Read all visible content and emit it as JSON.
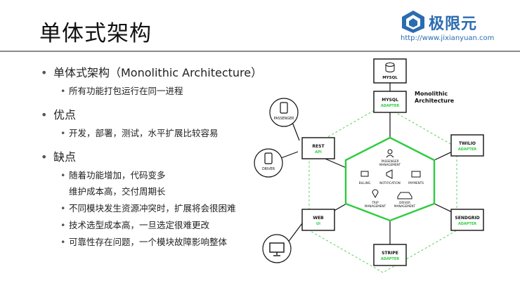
{
  "slide": {
    "title": "单体式架构",
    "logo": {
      "name": "极限元",
      "url": "http://www.jixianyuan.com"
    }
  },
  "bullets": {
    "item1": {
      "text": "单体式架构（Monolithic Architecture）",
      "sub": [
        "所有功能打包运行在同一进程"
      ]
    },
    "item2": {
      "text": "优点",
      "sub": [
        "开发，部署，测试，水平扩展比较容易"
      ]
    },
    "item3": {
      "text": "缺点",
      "sub1": "随着功能增加，代码变多",
      "sub1_cont": "维护成本高，交付周期长",
      "sub2": "不同模块发生资源冲突时，扩展将会很困难",
      "sub3": "技术选型成本高，一旦选定很难更改",
      "sub4": "可靠性存在问题，一个模块故障影响整体"
    }
  },
  "diagram": {
    "colors": {
      "accent": "#2ecc40",
      "box": "#111111",
      "dash": "#5ad05a"
    },
    "label_line1": "Monolithic",
    "label_line2": "Architecture",
    "db": "MYSQL",
    "adapters": {
      "mysql": [
        "MYSQL",
        "ADAPTER"
      ],
      "rest": [
        "REST",
        "API"
      ],
      "web": [
        "WEB",
        "UI"
      ],
      "twilio": [
        "TWILIO",
        "ADAPTER"
      ],
      "sendgrid": [
        "SENDGRID",
        "ADAPTER"
      ],
      "stripe": [
        "STRIPE",
        "ADAPTER"
      ]
    },
    "devices": {
      "passenger": "PASSENGER",
      "driver": "DRIVER"
    },
    "modules": {
      "passenger_mgmt": [
        "PASSENGER",
        "MANAGEMENT"
      ],
      "billing": "BILLING",
      "notification": "NOTIFICATION",
      "payments": "PAYMENTS",
      "trip_mgmt": [
        "TRIP",
        "MANAGEMENT"
      ],
      "driver_mgmt": [
        "DRIVER",
        "MANAGEMENT"
      ]
    }
  }
}
